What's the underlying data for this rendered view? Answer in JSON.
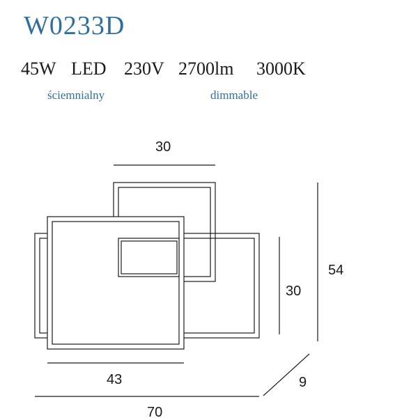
{
  "model": "W0233D",
  "specs": {
    "power": "45W",
    "type": "LED",
    "voltage": "230V",
    "lumen": "2700lm",
    "color_temp": "3000K"
  },
  "labels": {
    "polish": "ściemnialny",
    "english": "dimmable"
  },
  "dimensions": {
    "top_width": "30",
    "height_total": "54",
    "height_right": "30",
    "width_front": "43",
    "depth": "9",
    "width_total": "70"
  },
  "colors": {
    "accent": "#2f6f9f",
    "line": "#1a1a1a"
  }
}
